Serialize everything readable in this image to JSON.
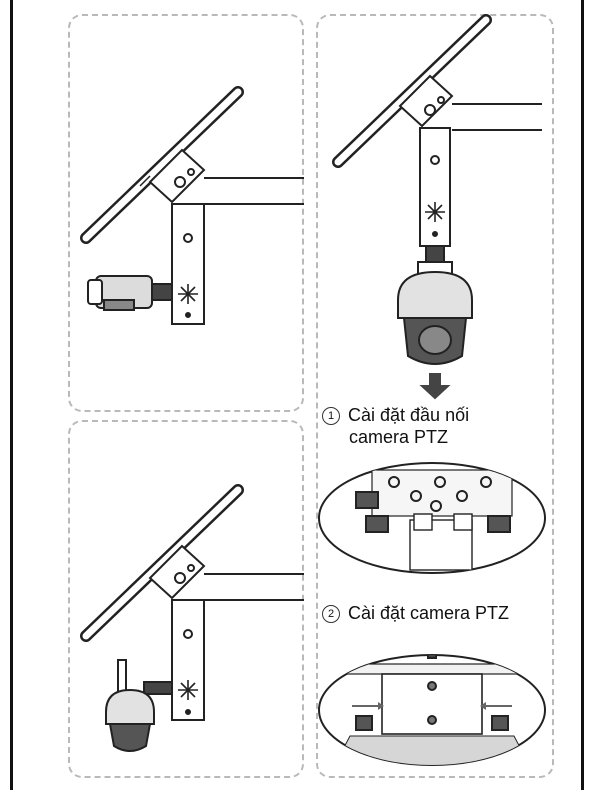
{
  "steps": [
    {
      "number": "1",
      "lines": [
        "Cài đặt đầu nối",
        "camera PTZ"
      ]
    },
    {
      "number": "2",
      "lines": [
        "Cài đặt camera PTZ"
      ]
    }
  ],
  "icons": [
    "solar-panel-icon",
    "mounting-bracket-icon",
    "bullet-camera-icon",
    "ptz-dome-camera-icon",
    "arrow-down-icon",
    "screw-icon"
  ],
  "colors": {
    "line": "#222222",
    "panel_border": "#b9b9b9",
    "camera_dark": "#444444",
    "camera_light": "#dcdcdc"
  }
}
